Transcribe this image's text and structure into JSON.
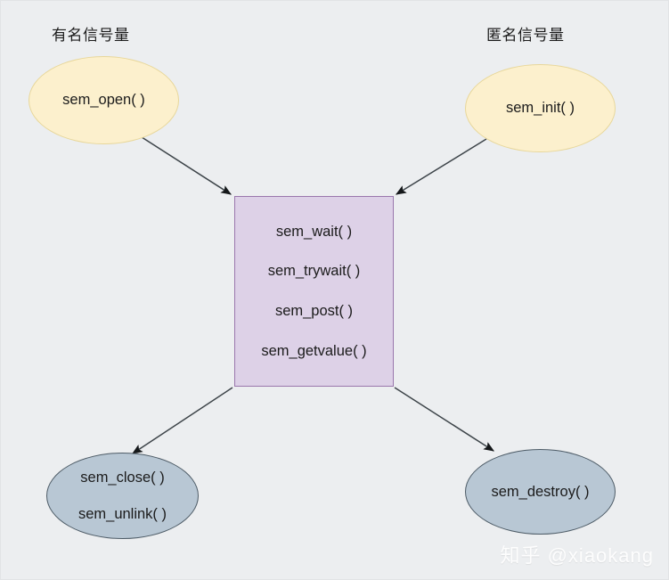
{
  "diagram": {
    "title_named": "有名信号量",
    "title_anon": "匿名信号量",
    "background_color": "#eceef0",
    "watermark": "知乎 @xiaokang",
    "nodes": {
      "sem_open": {
        "lines": [
          "sem_open( )"
        ],
        "fill": "#fcf0cd",
        "stroke": "#e8d79a",
        "shape": "ellipse"
      },
      "sem_init": {
        "lines": [
          "sem_init( )"
        ],
        "fill": "#fcf0cd",
        "stroke": "#e8d79a",
        "shape": "ellipse"
      },
      "operations": {
        "lines": [
          "sem_wait( )",
          "sem_trywait( )",
          "sem_post( )",
          "sem_getvalue( )"
        ],
        "fill": "#ddd1e7",
        "stroke": "#9a77ad",
        "shape": "rectangle"
      },
      "sem_close": {
        "lines": [
          "sem_close( )",
          "sem_unlink( )"
        ],
        "fill": "#b8c7d4",
        "stroke": "#4d5b66",
        "shape": "ellipse"
      },
      "sem_destroy": {
        "lines": [
          "sem_destroy( )"
        ],
        "fill": "#b8c7d4",
        "stroke": "#4d5b66",
        "shape": "ellipse"
      }
    },
    "edges": [
      {
        "from": "sem_open",
        "to": "operations",
        "arrow_at": "to"
      },
      {
        "from": "sem_init",
        "to": "operations",
        "arrow_at": "to"
      },
      {
        "from": "operations",
        "to": "sem_close",
        "arrow_at": "to"
      },
      {
        "from": "operations",
        "to": "sem_destroy",
        "arrow_at": "to"
      }
    ],
    "edge_color": "#3d4449"
  }
}
